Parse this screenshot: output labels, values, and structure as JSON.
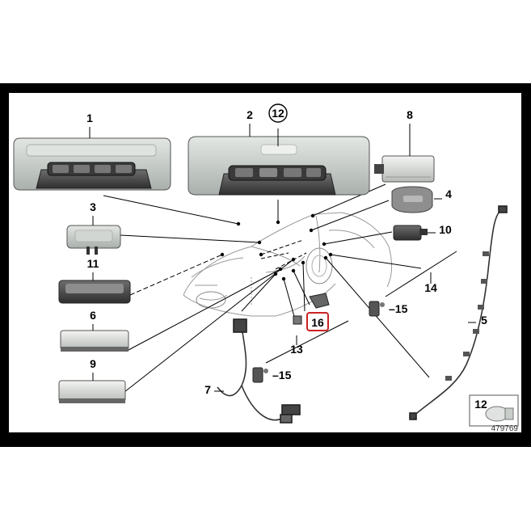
{
  "diagram": {
    "callouts": [
      {
        "id": "c1",
        "label": "1"
      },
      {
        "id": "c2",
        "label": "2"
      },
      {
        "id": "c12top",
        "label": "12"
      },
      {
        "id": "c8",
        "label": "8"
      },
      {
        "id": "c3",
        "label": "3"
      },
      {
        "id": "c4",
        "label": "4"
      },
      {
        "id": "c10",
        "label": "10"
      },
      {
        "id": "c11",
        "label": "11"
      },
      {
        "id": "c14",
        "label": "14"
      },
      {
        "id": "c15a",
        "label": "15"
      },
      {
        "id": "c16",
        "label": "16"
      },
      {
        "id": "c5",
        "label": "5"
      },
      {
        "id": "c6",
        "label": "6"
      },
      {
        "id": "c9",
        "label": "9"
      },
      {
        "id": "c13",
        "label": "13"
      },
      {
        "id": "c15b",
        "label": "15"
      },
      {
        "id": "c7",
        "label": "7"
      },
      {
        "id": "c12inset",
        "label": "12"
      }
    ],
    "diagram_number": "479769",
    "colors": {
      "frame": "#000000",
      "line": "#000000",
      "highlight": "#cc2222",
      "part_fill": "#c9cfcb",
      "part_dark": "#4a4a4a"
    }
  }
}
